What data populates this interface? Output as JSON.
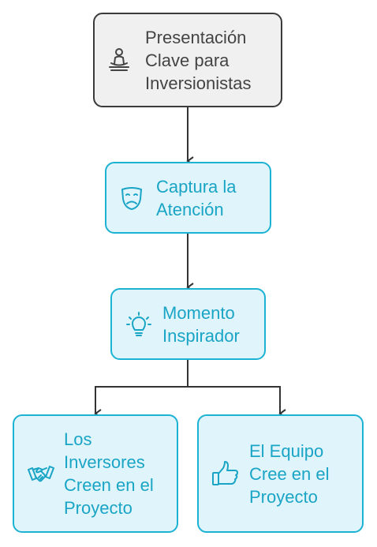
{
  "diagram": {
    "nodes": {
      "root": {
        "label": "Presentación Clave para Inversionistas",
        "icon": "meditation-icon"
      },
      "capture": {
        "label": "Captura la Atención",
        "icon": "drama-mask-icon"
      },
      "inspiring": {
        "label": "Momento Inspirador",
        "icon": "lightbulb-icon"
      },
      "investors": {
        "label": "Los Inversores Creen en el Proyecto",
        "icon": "handshake-icon"
      },
      "team": {
        "label": "El Equipo Cree en el Proyecto",
        "icon": "thumbs-up-icon"
      }
    },
    "edges": [
      {
        "from": "root",
        "to": "capture"
      },
      {
        "from": "capture",
        "to": "inspiring"
      },
      {
        "from": "inspiring",
        "to": "investors"
      },
      {
        "from": "inspiring",
        "to": "team"
      }
    ],
    "colors": {
      "accent": "#1bb2d3",
      "accent_fill": "#dff5fb",
      "accent_text": "#1aa4c6",
      "root_border": "#3a3a3a",
      "root_fill": "#f0f0f0",
      "root_text": "#444444",
      "edge": "#333333"
    }
  }
}
